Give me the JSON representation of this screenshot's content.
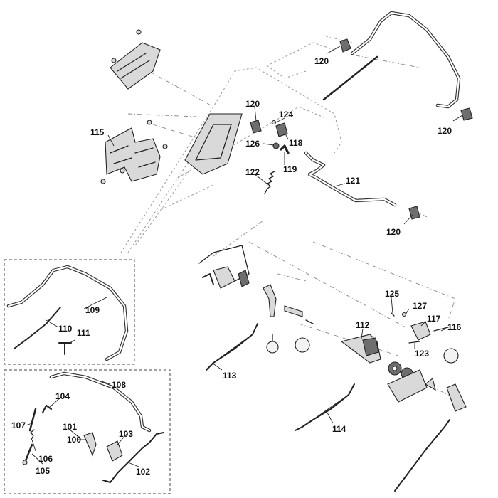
{
  "diagram": {
    "labels": [
      {
        "id": "120a",
        "text": "120"
      },
      {
        "id": "120b",
        "text": "120"
      },
      {
        "id": "120c",
        "text": "120"
      },
      {
        "id": "120d",
        "text": "120"
      },
      {
        "id": "124",
        "text": "124"
      },
      {
        "id": "118",
        "text": "118"
      },
      {
        "id": "126",
        "text": "126"
      },
      {
        "id": "119",
        "text": "119"
      },
      {
        "id": "122",
        "text": "122"
      },
      {
        "id": "121",
        "text": "121"
      },
      {
        "id": "115",
        "text": "115"
      },
      {
        "id": "109",
        "text": "109"
      },
      {
        "id": "110",
        "text": "110"
      },
      {
        "id": "111",
        "text": "111"
      },
      {
        "id": "125",
        "text": "125"
      },
      {
        "id": "127",
        "text": "127"
      },
      {
        "id": "117",
        "text": "117"
      },
      {
        "id": "116",
        "text": "116"
      },
      {
        "id": "112",
        "text": "112"
      },
      {
        "id": "123",
        "text": "123"
      },
      {
        "id": "113",
        "text": "113"
      },
      {
        "id": "114",
        "text": "114"
      },
      {
        "id": "108",
        "text": "108"
      },
      {
        "id": "104",
        "text": "104"
      },
      {
        "id": "107",
        "text": "107"
      },
      {
        "id": "101",
        "text": "101"
      },
      {
        "id": "103",
        "text": "103"
      },
      {
        "id": "100",
        "text": "100"
      },
      {
        "id": "106",
        "text": "106"
      },
      {
        "id": "105",
        "text": "105"
      },
      {
        "id": "102",
        "text": "102"
      }
    ]
  }
}
